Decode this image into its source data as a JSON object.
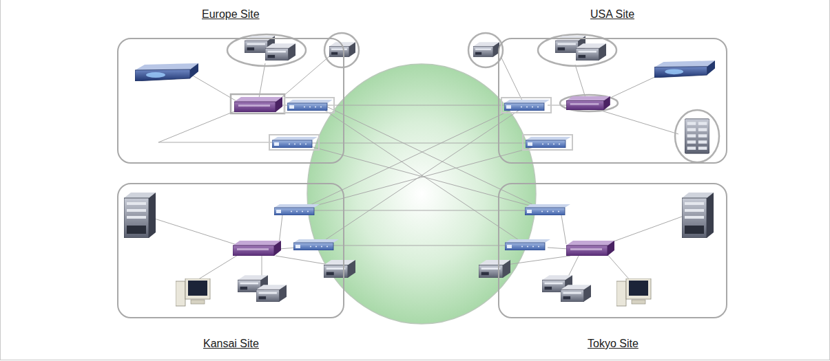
{
  "diagram": {
    "nodes": [
      {
        "text": [
          "Europe Site"
        ]
      },
      {
        "text": [
          "USA Site"
        ]
      },
      {
        "text": [
          "Kansai Site"
        ]
      },
      {
        "text": [
          "Tokyo Site"
        ]
      }
    ]
  }
}
